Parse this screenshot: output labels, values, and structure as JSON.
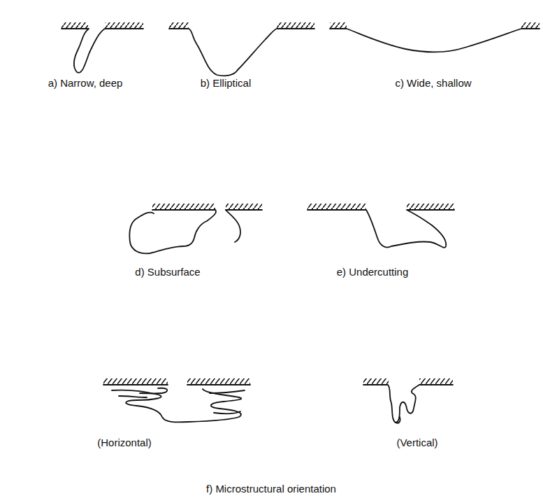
{
  "diagram": {
    "labels": [
      "a) Narrow, deep",
      "b) Elliptical",
      "c) Wide, shallow",
      "d) Subsurface",
      "e) Undercutting",
      "(Horizontal)",
      "(Vertical)",
      "f) Microstructural orientation"
    ]
  }
}
